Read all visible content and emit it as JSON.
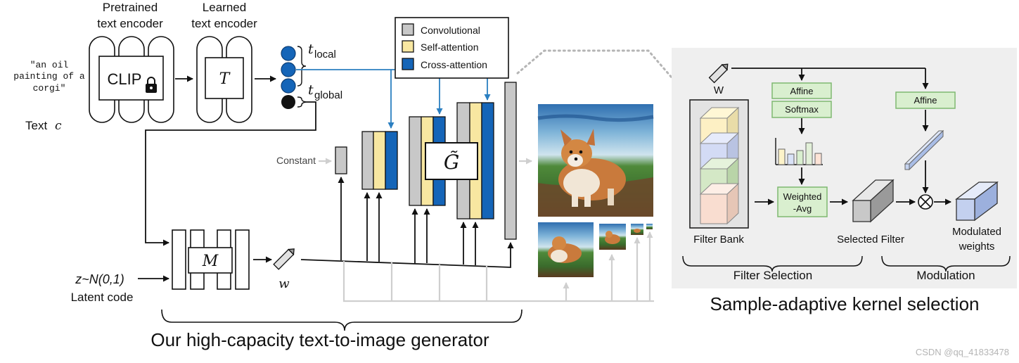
{
  "left": {
    "pretrained_label_1": "Pretrained",
    "pretrained_label_2": "text encoder",
    "learned_label_1": "Learned",
    "learned_label_2": "text encoder",
    "prompt_line_1": "\"an oil",
    "prompt_line_2": "painting of a",
    "prompt_line_3": "corgi\"",
    "text_c": "Text",
    "text_c_symbol": "c",
    "clip": "CLIP",
    "t_block": "T",
    "t_local": "t",
    "t_local_sub": "local",
    "t_global": "t",
    "t_global_sub": "global",
    "constant": "Constant",
    "mapping_block": "M",
    "latent_formula": "z~N(0,1)",
    "latent_label": "Latent code",
    "w_label": "w",
    "generator_symbol": "G̃",
    "caption": "Our high-capacity text-to-image generator"
  },
  "legend": {
    "items": [
      {
        "label": "Convolutional",
        "color": "#c8c8c8"
      },
      {
        "label": "Self-attention",
        "color": "#f8e7a1"
      },
      {
        "label": "Cross-attention",
        "color": "#1565b8"
      }
    ]
  },
  "right": {
    "w_label": "W",
    "affine_1": "Affine",
    "softmax": "Softmax",
    "affine_2": "Affine",
    "weighted_avg_1": "Weighted",
    "weighted_avg_2": "-Avg",
    "filter_bank": "Filter Bank",
    "selected_filter": "Selected Filter",
    "modulated_1": "Modulated",
    "modulated_2": "weights",
    "filter_selection": "Filter Selection",
    "modulation": "Modulation",
    "title": "Sample-adaptive kernel selection"
  },
  "watermark": "CSDN @qq_41833478",
  "colors": {
    "cross_attention": "#1565b8",
    "self_attention": "#f8e7a1",
    "convolutional": "#c8c8c8",
    "arrow_blue": "#2b7fc1",
    "affine_fill": "#d9efcf",
    "affine_stroke": "#7fb870",
    "panel_bg": "#efefef"
  },
  "icons": [
    "lock-icon",
    "pencil-icon",
    "corgi-painting",
    "multiply-icon",
    "histogram-icon",
    "cuboid-icon"
  ]
}
